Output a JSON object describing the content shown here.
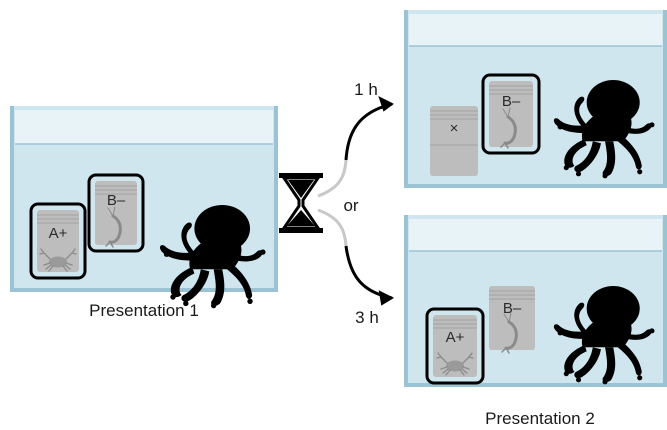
{
  "captions": {
    "presentation_1": "Presentation 1",
    "presentation_2": "Presentation 2"
  },
  "delays": {
    "short": "1 h",
    "long": "3 h",
    "or": "or"
  },
  "jars": {
    "a_plus": "A+",
    "b_minus": "B–",
    "empty": "×"
  },
  "colors": {
    "water": "#cfe6ee",
    "tank_wall": "#9cc3d3",
    "tank_air": "#e8f3f7",
    "jar": "#bdbdbd",
    "octopus": "#000000",
    "arrow": "#000000"
  },
  "icons": [
    "hourglass-icon",
    "octopus-icon",
    "crab-icon",
    "shrimp-icon"
  ]
}
